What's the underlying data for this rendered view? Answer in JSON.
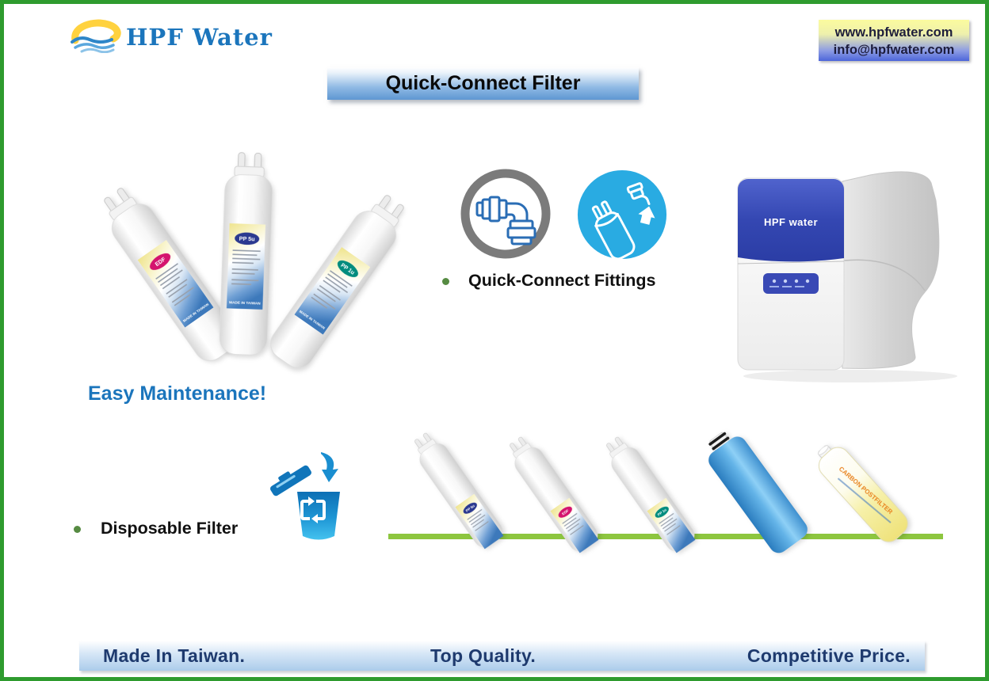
{
  "logo": {
    "text": "HPF Water"
  },
  "contact": {
    "website": "www.hpfwater.com",
    "email": "info@hpfwater.com"
  },
  "title": "Quick-Connect Filter",
  "features": {
    "fittings": "Quick-Connect Fittings",
    "disposable": "Disposable Filter"
  },
  "captions": {
    "easy_maintenance": "Easy Maintenance!"
  },
  "purifier": {
    "brand": "HPF water"
  },
  "filters": {
    "fan": [
      {
        "label": "EDF",
        "color": "#D4146E"
      },
      {
        "label": "PP 5u",
        "color": "#2B3990"
      },
      {
        "label": "PP 1u",
        "color": "#008C7E"
      }
    ],
    "row": [
      {
        "label": "PP 5u",
        "color": "#2B3990"
      },
      {
        "label": "EDF",
        "color": "#D4146E"
      },
      {
        "label": "PP 1u",
        "color": "#008C7E"
      }
    ],
    "made_in_label": "MADE IN TAIWAN",
    "carbon_label": "CARBON POSTFILTER"
  },
  "footer": {
    "made_in": "Made In Taiwan.",
    "quality": "Top Quality.",
    "price": "Competitive Price."
  },
  "colors": {
    "border_green": "#2E9B2E",
    "accent_green": "#8DC63F",
    "brand_blue": "#1B75BC",
    "icon_blue": "#29ABE2"
  }
}
